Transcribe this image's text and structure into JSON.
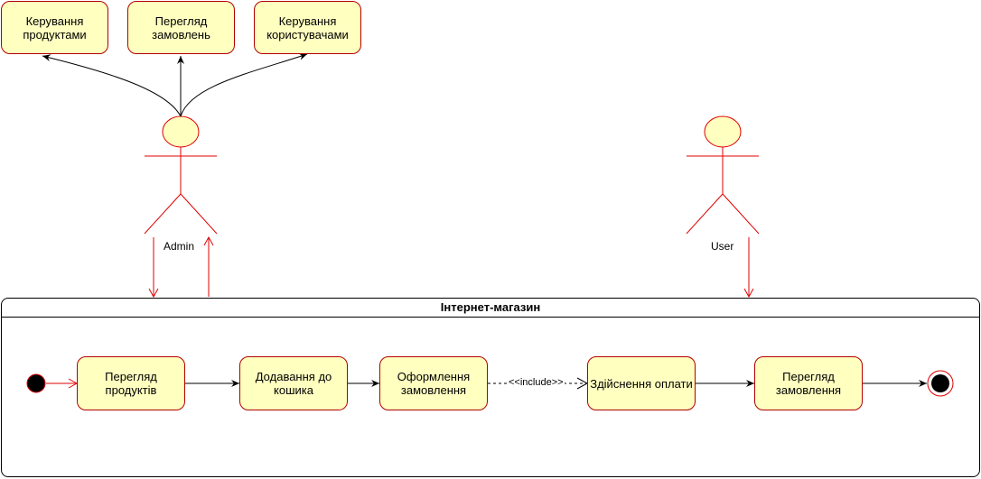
{
  "admin_usecases": [
    "Керування продуктами",
    "Перегляд замовлень",
    "Керування користувачами"
  ],
  "actors": {
    "admin": "Admin",
    "user": "User"
  },
  "system": {
    "title": "Інтернет-магазин"
  },
  "activities": [
    "Перегляд продуктів",
    "Додавання до кошика",
    "Оформлення замовлення",
    "Здійснення оплати",
    "Перегляд замовлення"
  ],
  "include_label": "<<include>>",
  "colors": {
    "fill": "#ffffc0",
    "stroke": "#b20000",
    "line": "#000000"
  }
}
